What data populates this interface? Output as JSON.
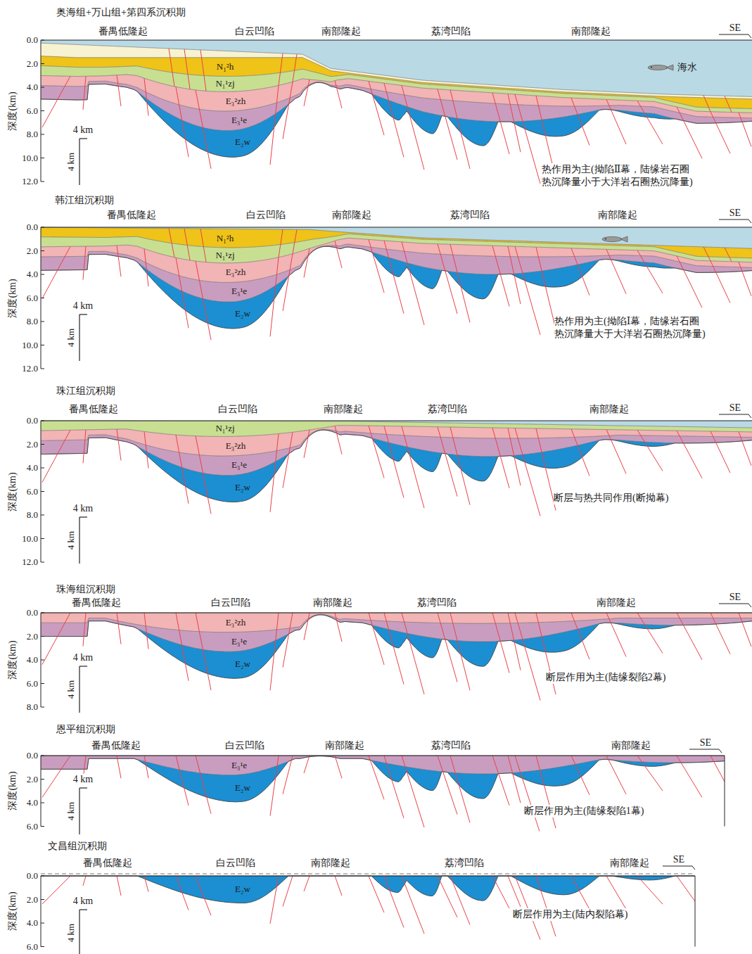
{
  "diagram": {
    "labels": [
      "奥海组+万山组+第四系沉积期",
      "番禺低隆起",
      "白云凹陷",
      "南部隆起",
      "荔湾凹陷",
      "南部隆起",
      "SE",
      "0.0",
      "2.0",
      "4.0",
      "6.0",
      "8.0",
      "10.0",
      "12.0",
      "深度(km)",
      "4 km",
      "4 km",
      "N₁²h",
      "N₁¹zj",
      "E₃²zh",
      "E₃¹e",
      "E₂w",
      "海水",
      "热作用为主(拗陷Ⅱ幕，陆缘岩石圈 热沉降量小于大洋岩石圈热沉降量)",
      "韩江组沉积期",
      "番禺低隆起",
      "白云凹陷",
      "南部隆起",
      "荔湾凹陷",
      "南部隆起",
      "SE",
      "0.0",
      "2.0",
      "4.0",
      "6.0",
      "8.0",
      "10.0",
      "12.0",
      "深度(km)",
      "4 km",
      "4 km",
      "N₁²h",
      "N₁¹zj",
      "E₃²zh",
      "E₃¹e",
      "E₂w",
      "热作用为主(拗陷Ⅰ幕，陆缘岩石圈 热沉降量大于大洋岩石圈热沉降量)",
      "珠江组沉积期",
      "番禺低隆起",
      "白云凹陷",
      "南部隆起",
      "荔湾凹陷",
      "南部隆起",
      "SE",
      "0.0",
      "2.0",
      "4.0",
      "6.0",
      "8.0",
      "10.0",
      "12.0",
      "深度(km)",
      "4 km",
      "4 km",
      "N₁¹zj",
      "E₃²zh",
      "E₃¹e",
      "E₂w",
      "断层与热共同作用(断拗幕)",
      "珠海组沉积期",
      "番禺低隆起",
      "白云凹陷",
      "南部隆起",
      "荔湾凹陷",
      "南部隆起",
      "SE",
      "0.0",
      "2.0",
      "4.0",
      "6.0",
      "8.0",
      "深度(km)",
      "4 km",
      "4 km",
      "E₃²zh",
      "E₃¹e",
      "E₂w",
      "断层作用为主(陆缘裂陷2幕)",
      "恩平组沉积期",
      "番禺低隆起",
      "白云凹陷",
      "南部隆起",
      "荔湾凹陷",
      "南部隆起",
      "SE",
      "0.0",
      "2.0",
      "4.0",
      "6.0",
      "深度(km)",
      "4 km",
      "4 km",
      "E₃¹e",
      "E₂w",
      "断层作用为主(陆缘裂陷1幕)",
      "文昌组沉积期",
      "番禺低隆起",
      "白云凹陷",
      "南部隆起",
      "荔湾凹陷",
      "南部隆起",
      "SE",
      "0.0",
      "2.0",
      "4.0",
      "6.0",
      "深度(km)",
      "4 km",
      "4 km",
      "E₂w",
      "断层作用为主(陆内裂陷幕)"
    ]
  }
}
